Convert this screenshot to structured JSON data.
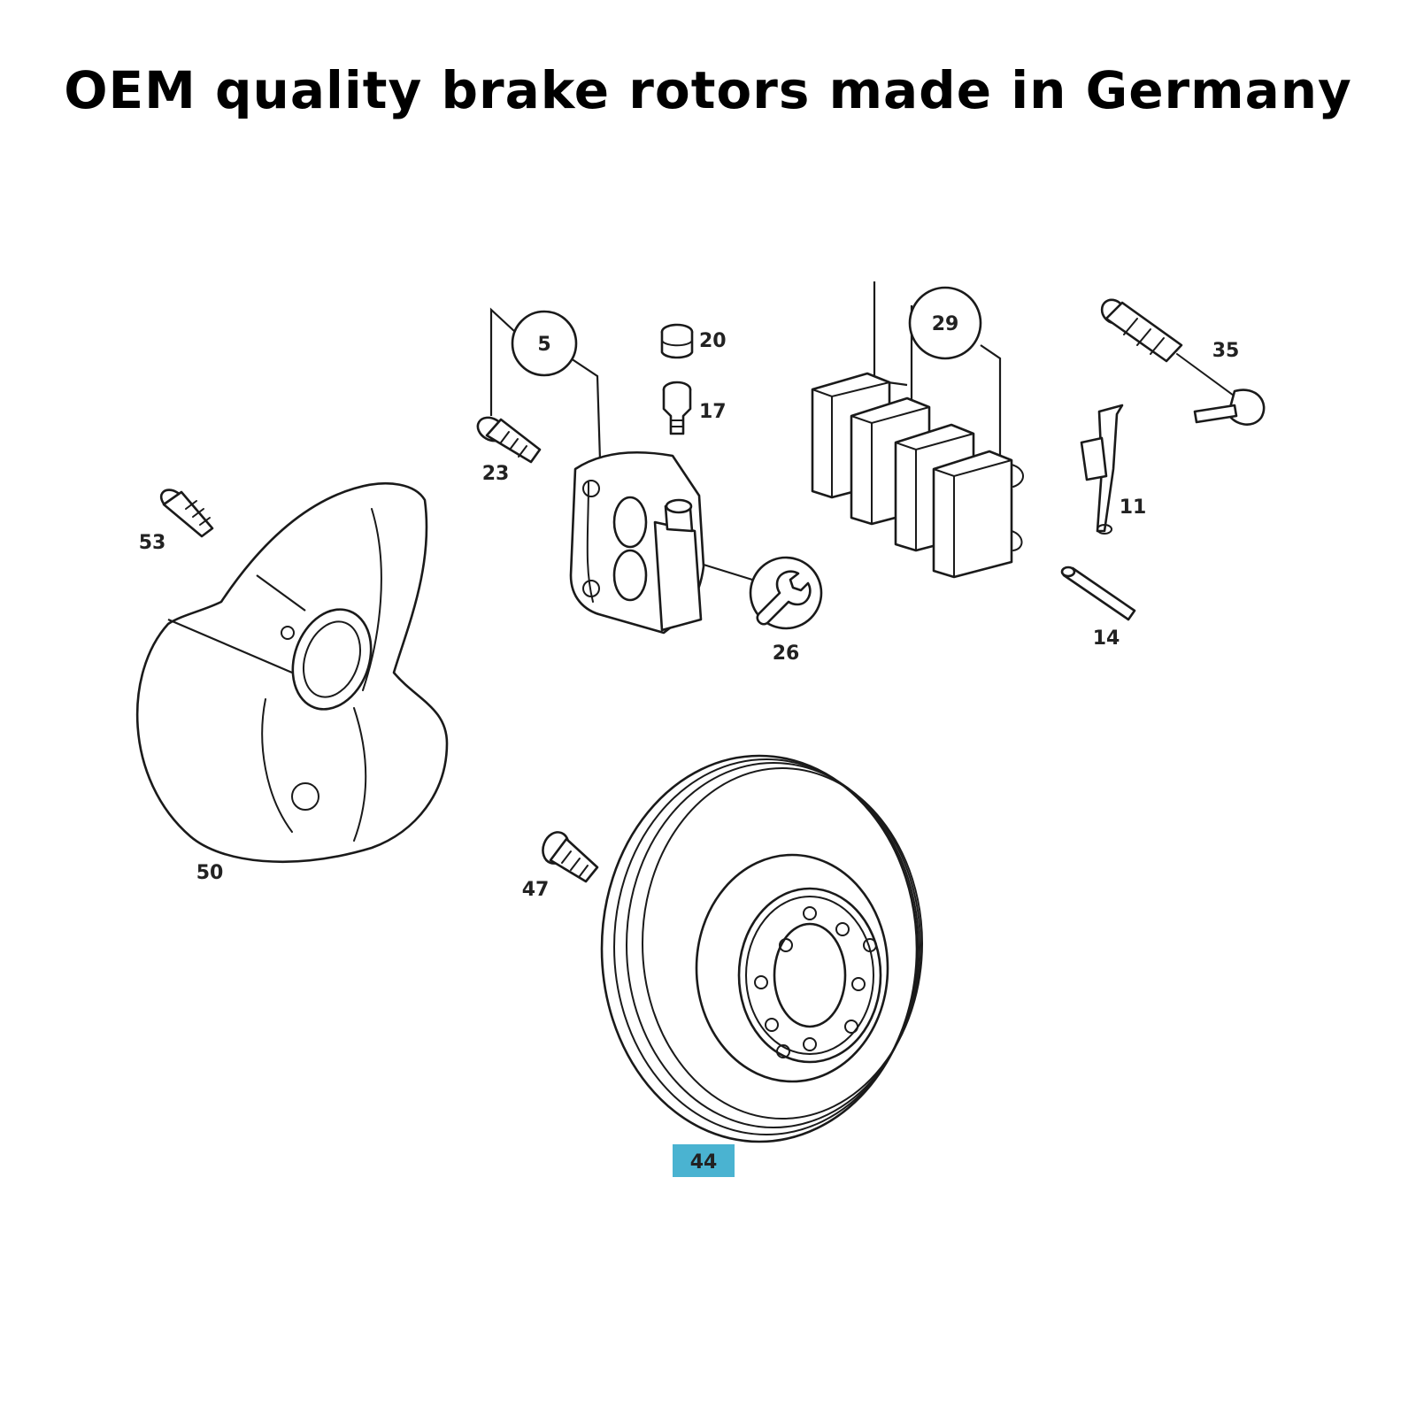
{
  "title": "OEM quality brake rotors made in Germany",
  "colors": {
    "highlight": "#4ab3d1",
    "line": "#1a1a1a",
    "background": "#ffffff"
  },
  "callouts": [
    {
      "id": "5",
      "text": "5",
      "style": "circle"
    },
    {
      "id": "29",
      "text": "29",
      "style": "circle"
    },
    {
      "id": "26",
      "text": "26",
      "style": "circle-icon",
      "icon": "wrench-icon"
    },
    {
      "id": "20",
      "text": "20"
    },
    {
      "id": "17",
      "text": "17"
    },
    {
      "id": "23",
      "text": "23"
    },
    {
      "id": "35",
      "text": "35"
    },
    {
      "id": "11",
      "text": "11"
    },
    {
      "id": "14",
      "text": "14"
    },
    {
      "id": "53",
      "text": "53"
    },
    {
      "id": "50",
      "text": "50"
    },
    {
      "id": "47",
      "text": "47"
    },
    {
      "id": "44",
      "text": "44",
      "highlighted": true
    }
  ]
}
